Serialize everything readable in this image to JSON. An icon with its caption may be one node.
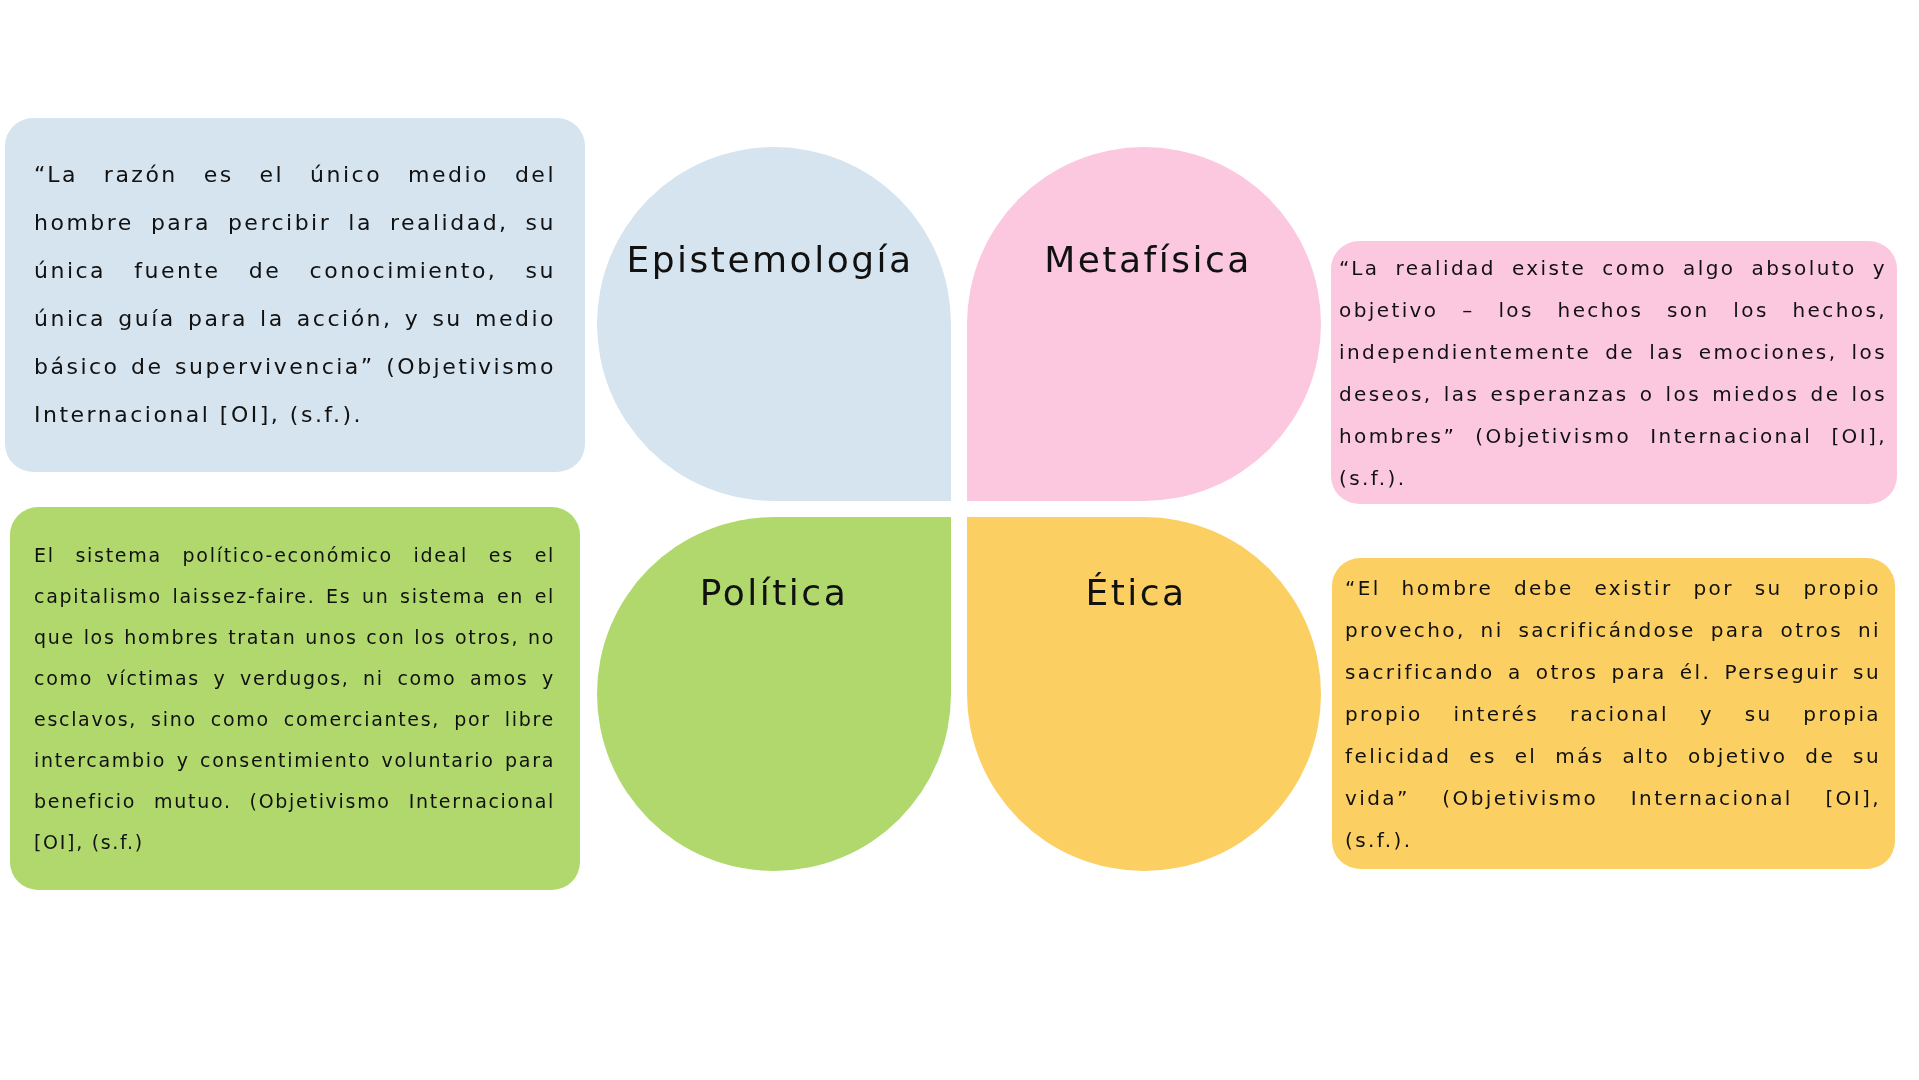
{
  "diagram": {
    "nodes": [
      {
        "text": [
          "“La razón es el único medio del hombre para percibir la realidad, su única fuente de conocimiento, su única guía para la acción, y su medio básico de supervivencia” (Objetivismo Internacional [OI], (s.f.)."
        ]
      },
      {
        "text": [
          "Epistemología"
        ]
      },
      {
        "text": [
          "Metafísica"
        ]
      },
      {
        "text": [
          "“La realidad existe como algo absoluto y objetivo – los hechos son los hechos, independientemente de las emociones, los deseos, las esperanzas o los miedos de los hombres” (Objetivismo Internacional [OI], (s.f.)."
        ]
      },
      {
        "text": [
          "El sistema político-económico ideal es el capitalismo laissez-faire. Es un sistema en el que los hombres tratan unos con los otros, no como víctimas y verdugos, ni como amos y esclavos, sino como comerciantes, por libre intercambio y consentimiento voluntario para beneficio mutuo. (Objetivismo Internacional [OI], (s.f.)"
        ]
      },
      {
        "text": [
          "Política"
        ]
      },
      {
        "text": [
          "Ética"
        ]
      },
      {
        "text": [
          "“El hombre debe existir por su propio provecho, ni sacrificándose para otros ni sacrificando a otros para él. Perseguir su propio interés racional y su propia felicidad es el más alto objetivo de su vida” (Objetivismo Internacional [OI], (s.f.)."
        ]
      }
    ]
  }
}
